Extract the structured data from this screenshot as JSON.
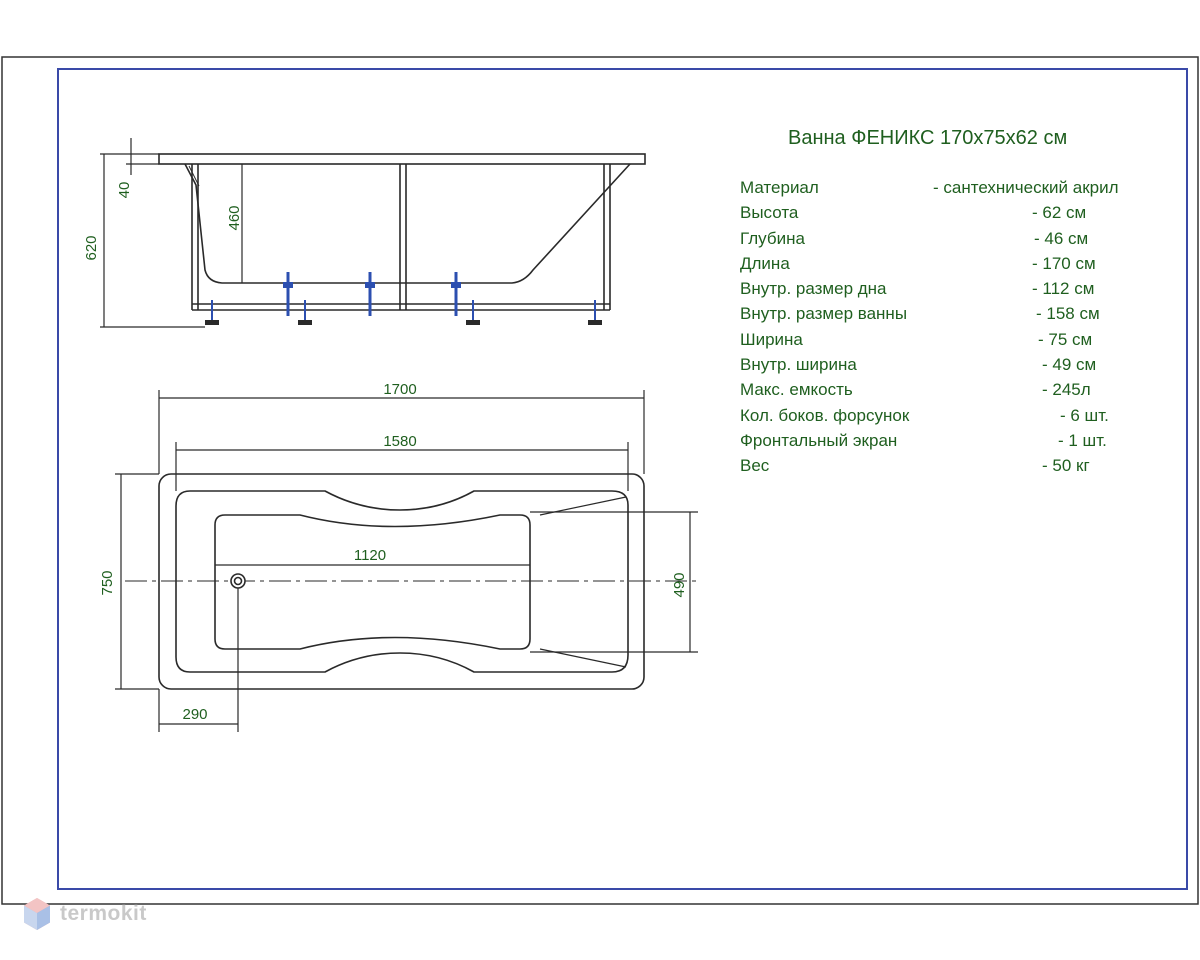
{
  "title": "Ванна ФЕНИКС 170x75x62 см",
  "specs": [
    {
      "label": "Материал",
      "value": "- сантехнический акрил"
    },
    {
      "label": "Высота",
      "value": "- 62 см"
    },
    {
      "label": "Глубина",
      "value": "- 46 см"
    },
    {
      "label": "Длина",
      "value": "- 170 см"
    },
    {
      "label": "Внутр. размер дна",
      "value": "- 112 см"
    },
    {
      "label": "Внутр. размер ванны",
      "value": "- 158 см"
    },
    {
      "label": "Ширина",
      "value": "- 75 см"
    },
    {
      "label": "Внутр. ширина",
      "value": "- 49 см"
    },
    {
      "label": "Макс. емкость",
      "value": "- 245л"
    },
    {
      "label": "Кол. боков. форсунок",
      "value": "- 6 шт."
    },
    {
      "label": "Фронтальный экран",
      "value": "- 1 шт."
    },
    {
      "label": "Вес",
      "value": "- 50 кг"
    }
  ],
  "side_view": {
    "dim_total_height": "620",
    "dim_rim": "40",
    "dim_depth": "460"
  },
  "top_view": {
    "dim_length": "1700",
    "dim_inner_length": "1580",
    "dim_bottom_length": "1120",
    "dim_width": "750",
    "dim_inner_width": "490",
    "dim_drain_offset": "290"
  },
  "logo": {
    "text": "termokit",
    "icon": "hexagon-cube-icon"
  },
  "colors": {
    "dimension": "#1f5f1f",
    "frame": "#3a4aa8",
    "line": "#2a2a2a",
    "feet": "#2c4fb0"
  }
}
